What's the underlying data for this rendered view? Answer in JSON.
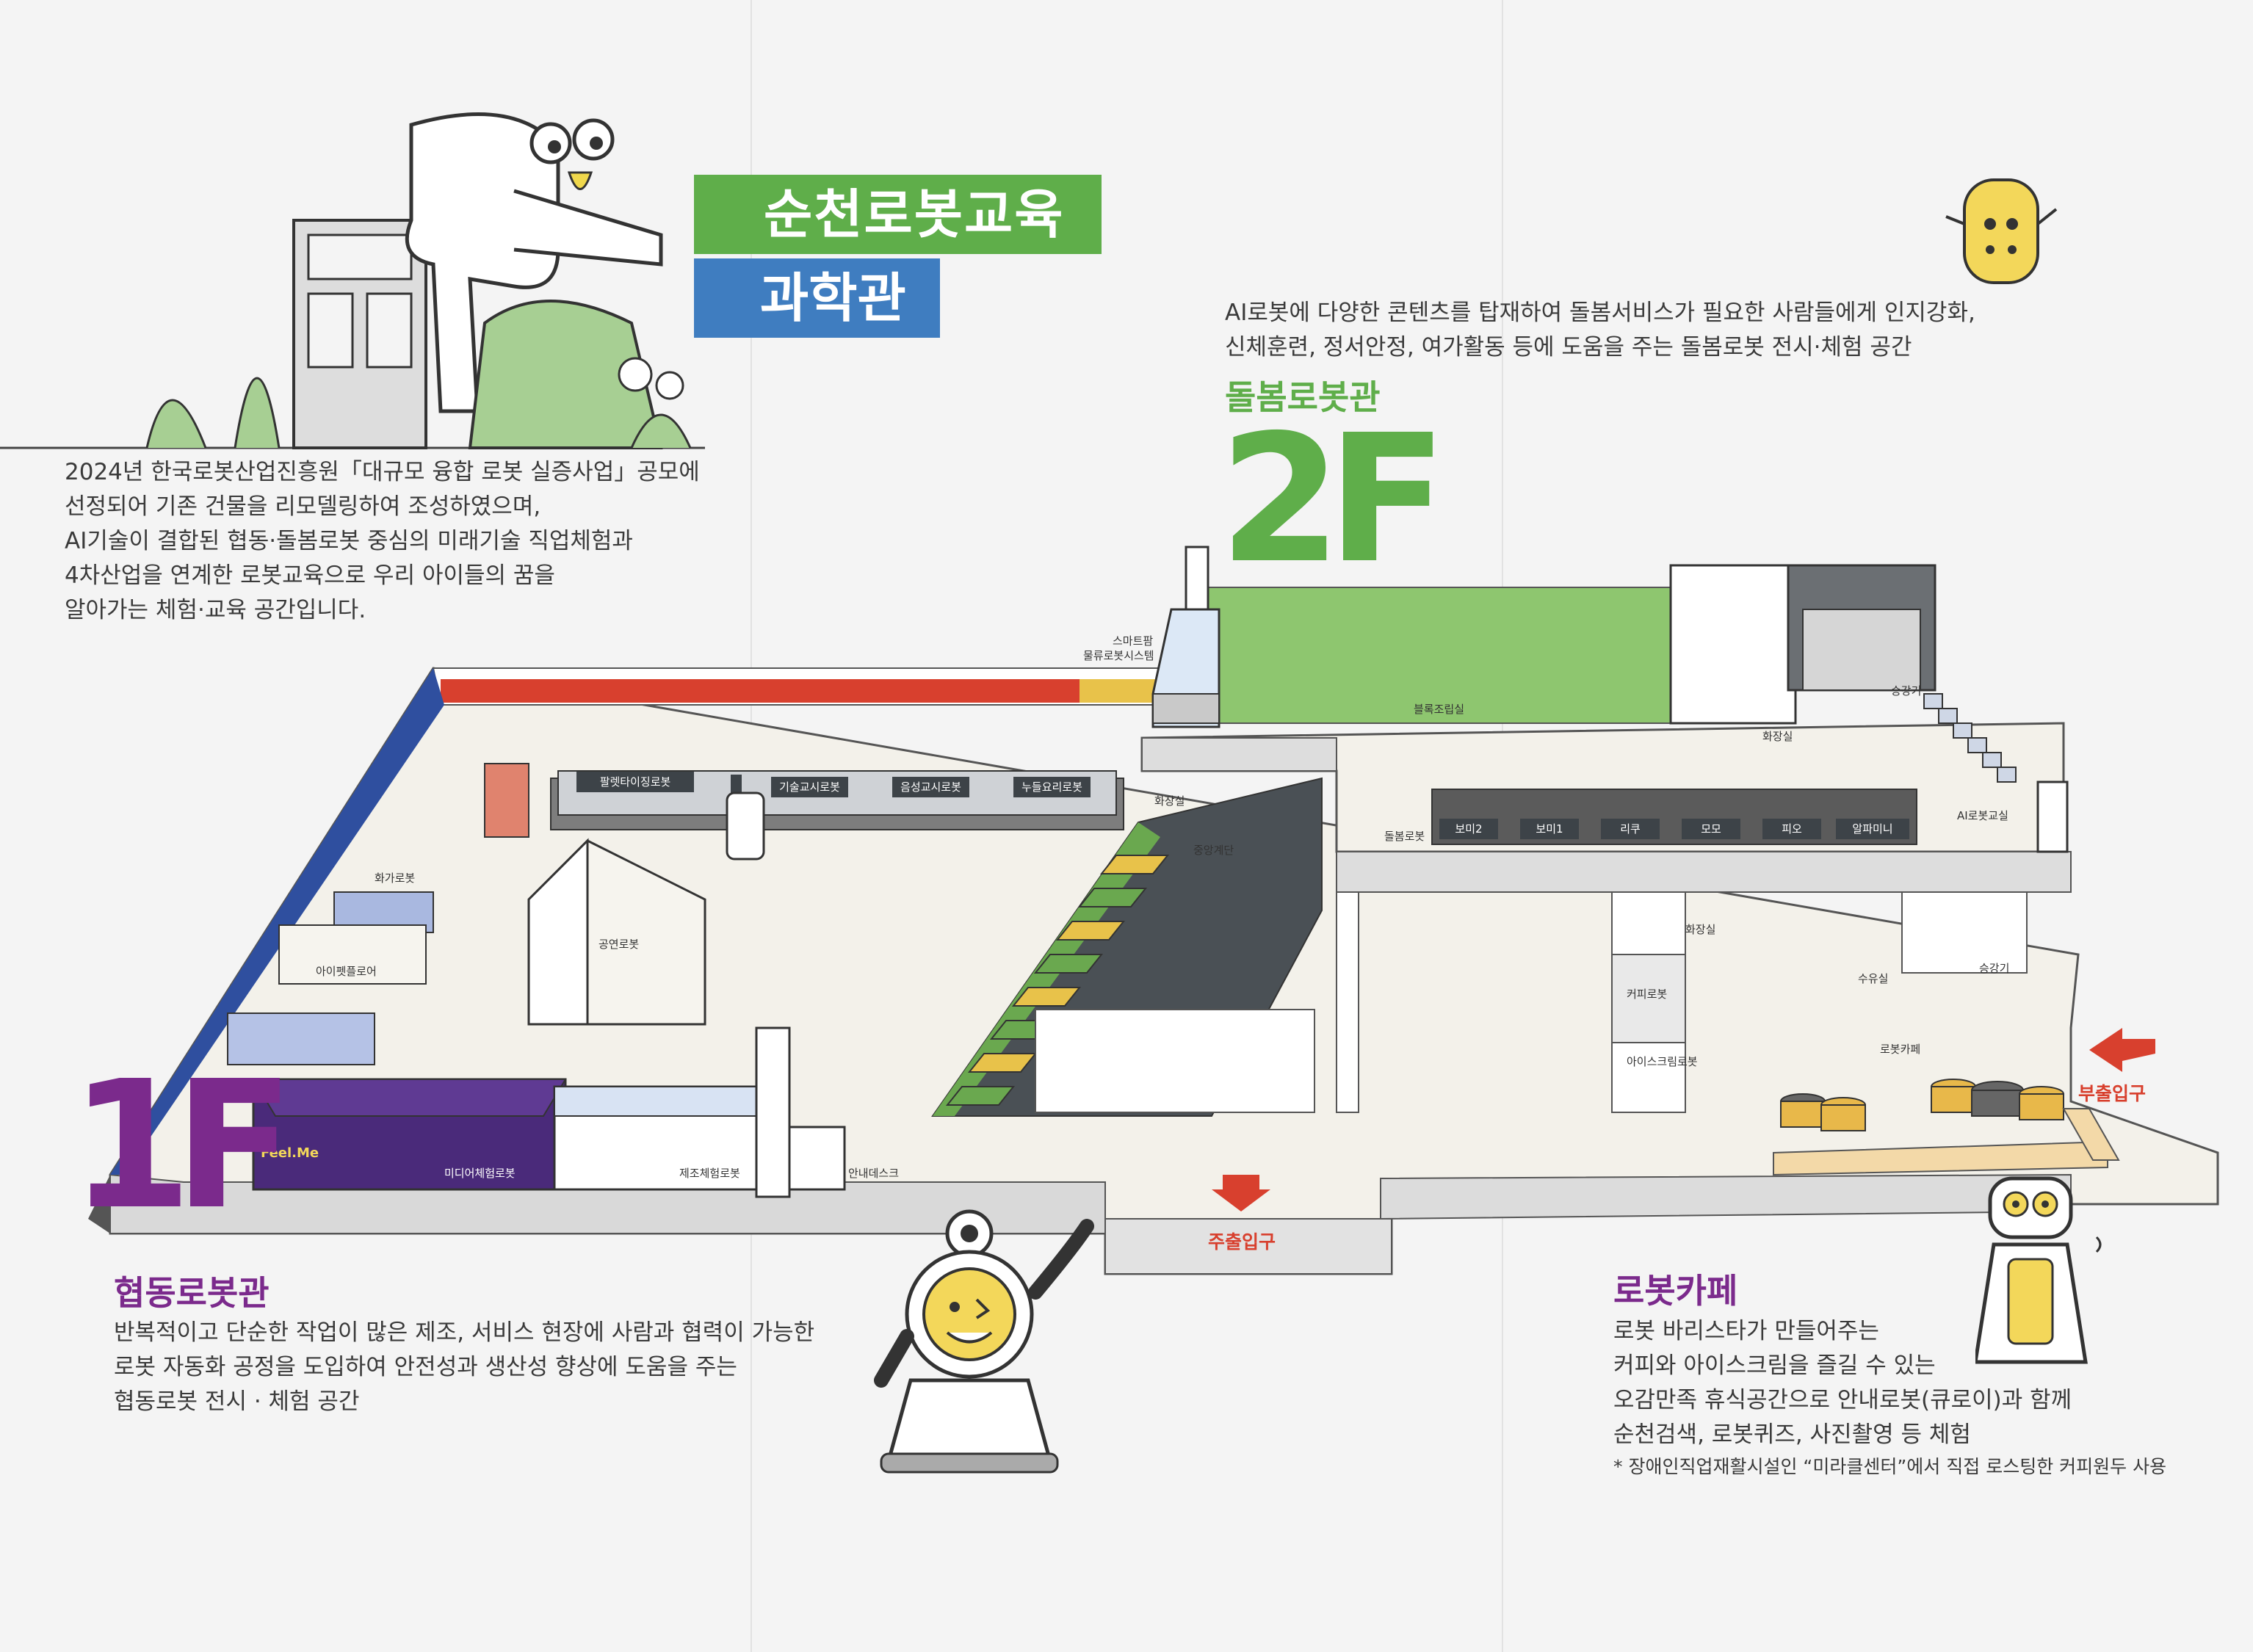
{
  "header": {
    "title_line1": "순천로봇교육",
    "title_line2": "과학관"
  },
  "intro": {
    "lines": [
      "2024년  한국로봇산업진흥원「대규모 융합 로봇 실증사업」공모에",
      "선정되어 기존 건물을 리모델링하여 조성하였으며,",
      "AI기술이 결합된 협동·돌봄로봇 중심의 미래기술 직업체험과",
      "4차산업을 연계한 로봇교육으로 우리 아이들의 꿈을",
      "알아가는  체험·교육 공간입니다."
    ]
  },
  "floor2": {
    "label": "2F",
    "title": "돌봄로봇관",
    "desc": [
      "AI로봇에 다양한 콘텐츠를 탑재하여 돌봄서비스가 필요한 사람들에게 인지강화,",
      "신체훈련, 정서안정, 여가활동 등에 도움을 주는 돌봄로봇 전시·체험 공간"
    ],
    "rooms": {
      "smart_factory": "스마트팜",
      "logistics": "물류로봇시스템",
      "block": "블록조립실",
      "restroom": "화장실",
      "elevator": "승강기",
      "ai_class": "AI로봇교실",
      "care_robot": "돌봄로봇",
      "central_stairs": "중앙계단",
      "restroom_left": "화장실"
    },
    "robots": [
      "보미2",
      "보미1",
      "리쿠",
      "모모",
      "피오",
      "알파미니"
    ]
  },
  "floor1": {
    "label": "1F",
    "title": "협동로봇관",
    "desc": [
      "반복적이고 단순한 작업이 많은 제조, 서비스 현장에 사람과 협력이 가능한",
      "로봇 자동화 공정을 도입하여 안전성과 생산성 향상에 도움을 주는",
      "협동로봇 전시 · 체험 공간"
    ],
    "rooms": {
      "palletizing": "팔렛타이징로봇",
      "skill_teach": "기술교시로봇",
      "voice_teach": "음성교시로봇",
      "noodle": "누들요리로봇",
      "painter": "화가로봇",
      "eyepet": "아이펫플로어",
      "performance": "공연로봇",
      "media": "미디어체험로봇",
      "manufacture": "제조체험로봇",
      "info_desk": "안내데스크",
      "restroom": "화장실",
      "coffee": "커피로봇",
      "icecream": "아이스크림로봇",
      "nursing": "수유실",
      "elevator": "승강기",
      "cafe": "로봇카페",
      "main_entrance": "주출입구",
      "side_entrance": "부출입구",
      "feelme": "Feel.Me"
    }
  },
  "cafe": {
    "title": "로봇카페",
    "desc": [
      "로봇 바리스타가 만들어주는",
      "커피와 아이스크림을 즐길 수 있는",
      "오감만족 휴식공간으로 안내로봇(큐로이)과 함께",
      "순천검색, 로봇퀴즈, 사진촬영 등 체험"
    ],
    "note": "* 장애인직업재활시설인 “미라클센터”에서 직접 로스팅한 커피원두 사용"
  },
  "colors": {
    "green": "#5fae4a",
    "blue": "#3f7dc0",
    "purple": "#7b2a8c",
    "red": "#d8402e",
    "dark": "#3d4348",
    "yellow": "#e8c24a"
  }
}
